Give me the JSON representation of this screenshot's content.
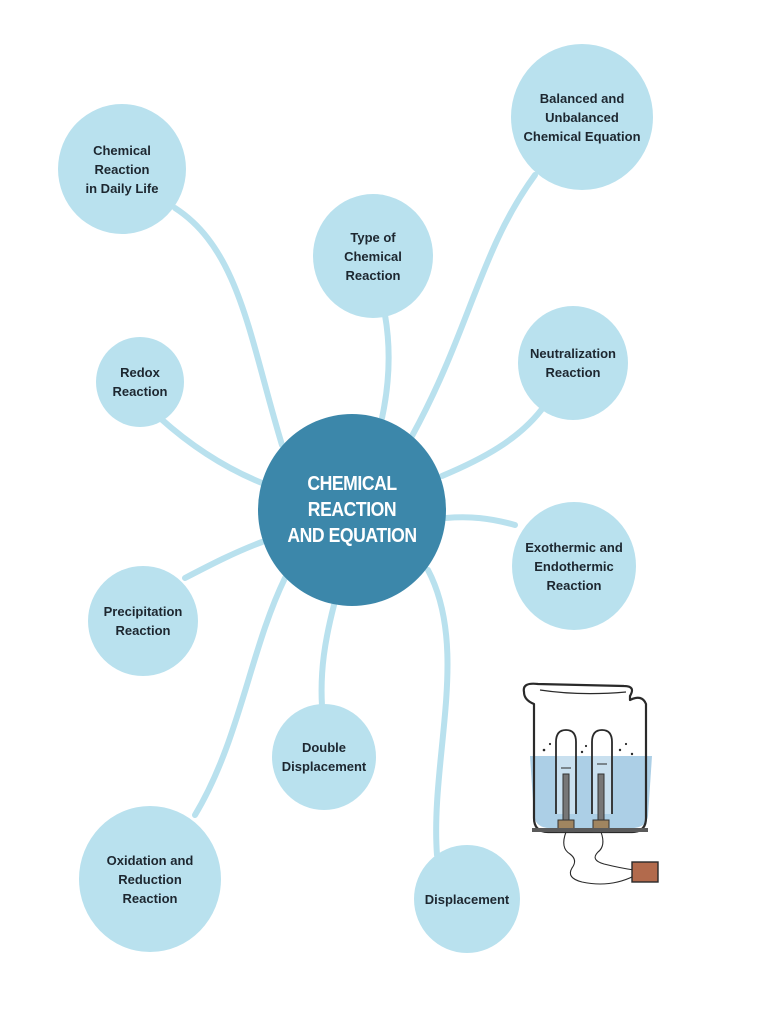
{
  "center": {
    "label": "CHEMICAL REACTION\nAND EQUATION"
  },
  "topics": [
    {
      "id": "daily-life",
      "label": "Chemical Reaction\nin Daily Life"
    },
    {
      "id": "types",
      "label": "Type of Chemical\nReaction"
    },
    {
      "id": "balanced",
      "label": "Balanced and\nUnbalanced\nChemical Equation"
    },
    {
      "id": "redox",
      "label": "Redox\nReaction"
    },
    {
      "id": "neutralization",
      "label": "Neutralization\nReaction"
    },
    {
      "id": "exo-endo",
      "label": "Exothermic and\nEndothermic\nReaction"
    },
    {
      "id": "precipitation",
      "label": "Precipitation\nReaction"
    },
    {
      "id": "double-displacement",
      "label": "Double\nDisplacement"
    },
    {
      "id": "oxidation-reduction",
      "label": "Oxidation and\nReduction Reaction"
    },
    {
      "id": "displacement",
      "label": "Displacement"
    }
  ],
  "colors": {
    "node": "#b9e1ee",
    "center": "#3c87aa",
    "connector": "#b9e1ee",
    "text": "#1d2730"
  },
  "illustration": {
    "icon": "electrolysis-beaker-icon"
  }
}
